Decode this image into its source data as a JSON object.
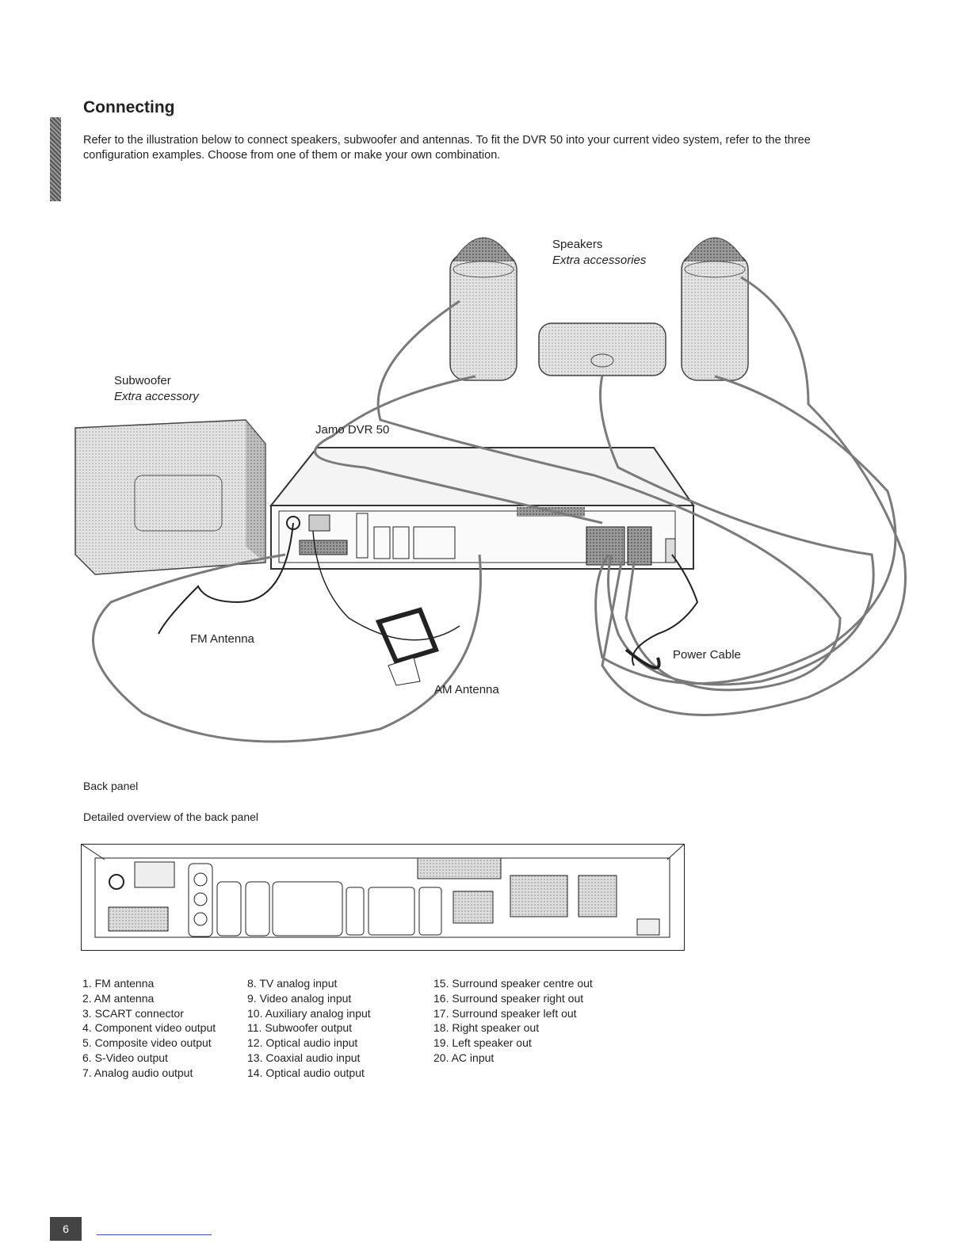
{
  "section": {
    "title": "Connecting",
    "intro": "Refer to the illustration below to connect speakers, subwoofer and antennas. To fit the DVR 50 into your current video system, refer to the three configuration examples. Choose from one of them or make your own combination."
  },
  "illustration": {
    "speakers_label": "Speakers",
    "speakers_note": "Extra accessories",
    "subwoofer_label": "Subwoofer",
    "subwoofer_note": "Extra accessory",
    "unit_label": "Jamo DVR 50",
    "fm_label": "FM Antenna",
    "am_label": "AM Antenna",
    "power_label": "Power Cable"
  },
  "back_panel": {
    "heading": "Back panel",
    "subheading": "Detailed overview of the back panel",
    "connectors": [
      "1. FM antenna",
      "2. AM antenna",
      "3. SCART connector",
      "4. Component video output",
      "5. Composite video output",
      "6. S-Video output",
      "7. Analog audio output",
      "8. TV analog input",
      "9. Video analog input",
      "10. Auxiliary analog input",
      "11. Subwoofer output",
      "12. Optical audio input",
      "13. Coaxial audio input",
      "14. Optical audio output",
      "15. Surround speaker centre out",
      "16. Surround speaker right out",
      "17. Surround speaker left out",
      "18. Right speaker out",
      "19. Left speaker out",
      "20. AC input"
    ]
  },
  "page_number": "6"
}
